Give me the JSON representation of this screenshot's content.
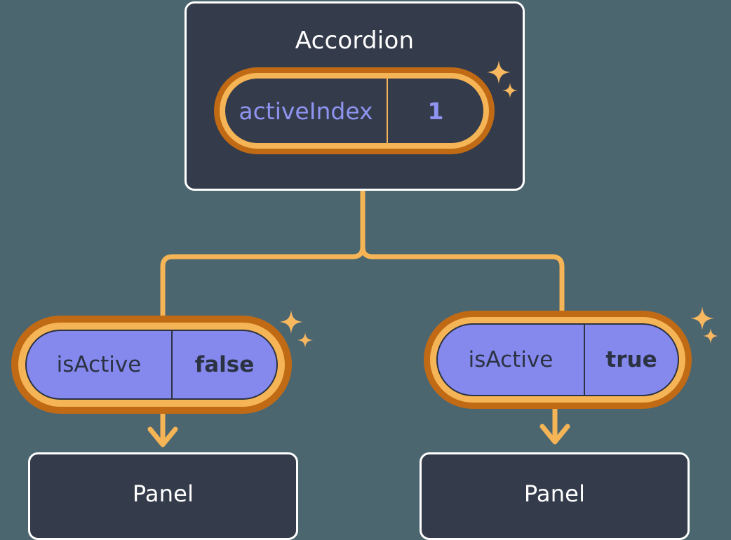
{
  "theme": {
    "background": "#4c6670",
    "card_bg": "#343b4a",
    "card_border": "#ffffff",
    "ring_outer": "#c06a15",
    "ring_inner": "#f5b455",
    "pill_fill": "#8589ee",
    "pill_text": "#2b3242",
    "accent_purple": "#8e94f0",
    "connector": "#f5b455",
    "sparkle": "#f7b860"
  },
  "diagram": {
    "type": "component-tree",
    "root": {
      "title": "Accordion",
      "state": {
        "key": "activeIndex",
        "value": "1"
      }
    },
    "branches": [
      {
        "prop": {
          "key": "isActive",
          "value": "false"
        },
        "child": {
          "title": "Panel"
        }
      },
      {
        "prop": {
          "key": "isActive",
          "value": "true"
        },
        "child": {
          "title": "Panel"
        }
      }
    ]
  },
  "icons": {
    "sparkle": "sparkle-four-point-star"
  }
}
